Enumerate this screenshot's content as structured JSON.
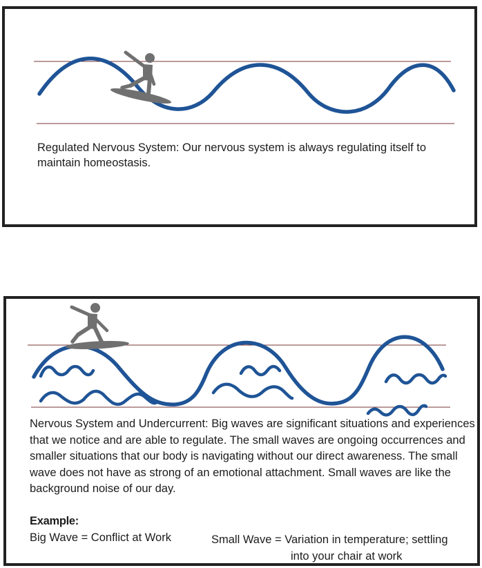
{
  "colors": {
    "wave": "#1f5496",
    "guide_line": "#7a3535",
    "surfer": "#707070",
    "border": "#222222"
  },
  "icons": {
    "surfer": "surfer-icon"
  },
  "panel1": {
    "caption": "Regulated Nervous System: Our nervous system is always regulating itself to maintain homeostasis."
  },
  "panel2": {
    "caption": "Nervous System and Undercurrent: Big waves are significant situations and experiences that we notice and are able to regulate. The small waves are ongoing occurrences and smaller situations that our body is navigating without our direct awareness. The small wave does not have as strong of an emotional attachment. Small waves are like the background noise of our day.",
    "example_label": "Example:",
    "big_wave_example": "Big Wave = Conflict at Work",
    "small_wave_example_line1": "Small Wave = Variation in temperature; settling",
    "small_wave_example_line2": "into your chair at work"
  }
}
